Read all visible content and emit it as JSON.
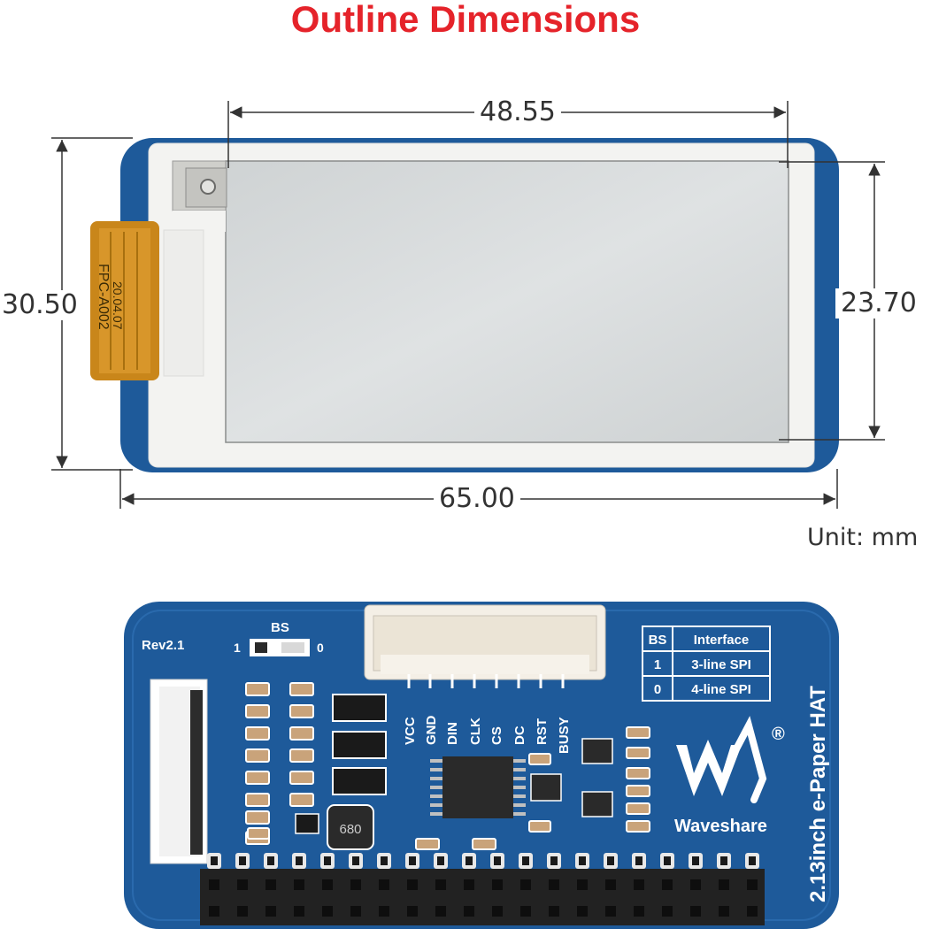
{
  "title": "Outline Dimensions",
  "colors": {
    "title": "#e5232a",
    "pcb": "#1e5a9a",
    "pcb_dark": "#164a82",
    "epaper": "#d6dadb",
    "fpc": "#c9861a",
    "header": "#222222"
  },
  "top_view": {
    "dim_top_width": "48.55",
    "dim_total_width": "65.00",
    "dim_total_height": "30.50",
    "dim_active_height": "23.70",
    "fpc_label_1": "FPC-A002",
    "fpc_label_2": "20.04.07"
  },
  "unit": "Unit: mm",
  "bottom_view": {
    "revision": "Rev2.1",
    "bs_label": "BS",
    "bs_one": "1",
    "bs_zero": "0",
    "pins": [
      "VCC",
      "GND",
      "DIN",
      "CLK",
      "CS",
      "DC",
      "RST",
      "BUSY"
    ],
    "table": {
      "headers": [
        "BS",
        "Interface"
      ],
      "rows": [
        [
          "1",
          "3-line SPI"
        ],
        [
          "0",
          "4-line SPI"
        ]
      ]
    },
    "brand": "Waveshare",
    "registered": "®",
    "product": "2.13inch e-Paper HAT",
    "inductor": "680"
  }
}
